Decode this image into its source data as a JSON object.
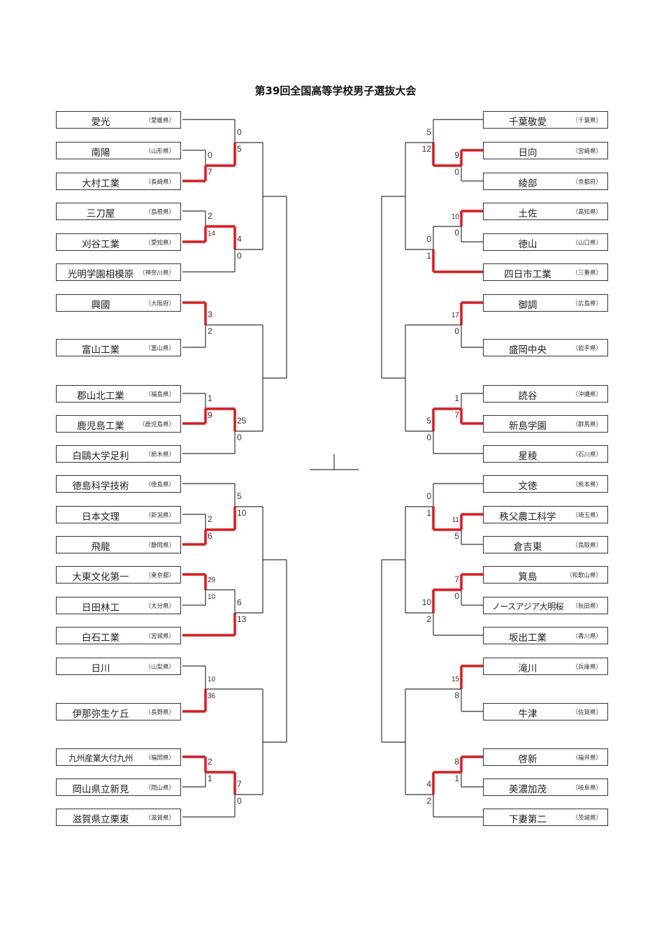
{
  "title": "第39回全国高等学校男子選抜大会",
  "colors": {
    "line": "#333333",
    "winner_line": "#e8141a"
  },
  "left": {
    "teams": [
      {
        "name": "愛光",
        "pref": "（愛媛県）"
      },
      {
        "name": "南陽",
        "pref": "（山形県）"
      },
      {
        "name": "大村工業",
        "pref": "（長崎県）"
      },
      {
        "name": "三刀屋",
        "pref": "（島根県）"
      },
      {
        "name": "刈谷工業",
        "pref": "（愛知県）"
      },
      {
        "name": "光明学園相模原",
        "pref": "（神奈川県）"
      },
      {
        "name": "興國",
        "pref": "（大阪府）"
      },
      {
        "name": "富山工業",
        "pref": "（富山県）"
      },
      {
        "name": "郡山北工業",
        "pref": "（福島県）"
      },
      {
        "name": "鹿児島工業",
        "pref": "（鹿児島県）"
      },
      {
        "name": "白鷗大学足利",
        "pref": "（栃木県）"
      },
      {
        "name": "徳島科学技術",
        "pref": "（徳島県）"
      },
      {
        "name": "日本文理",
        "pref": "（新潟県）"
      },
      {
        "name": "飛龍",
        "pref": "（静岡県）"
      },
      {
        "name": "大東文化第一",
        "pref": "（東京都）"
      },
      {
        "name": "日田林工",
        "pref": "（大分県）"
      },
      {
        "name": "白石工業",
        "pref": "（宮城県）"
      },
      {
        "name": "日川",
        "pref": "（山梨県）"
      },
      {
        "name": "伊那弥生ケ丘",
        "pref": "（長野県）"
      },
      {
        "name": "九州産業大付九州",
        "pref": "（福岡県）"
      },
      {
        "name": "岡山県立新見",
        "pref": "（岡山県）"
      },
      {
        "name": "滋賀県立栗東",
        "pref": "（滋賀県）"
      }
    ],
    "matches": [
      {
        "id": "L1",
        "a": 1,
        "b": 2,
        "score_a": "0",
        "score_b": "7",
        "winner": "b"
      },
      {
        "id": "L2",
        "a": 0,
        "b": "L1",
        "score_a": "0",
        "score_b": "5",
        "winner": "b"
      },
      {
        "id": "L3",
        "a": 3,
        "b": 4,
        "score_a": "2",
        "score_b": "14",
        "winner": "b"
      },
      {
        "id": "L4",
        "a": "L3",
        "b": 5,
        "score_a": "4",
        "score_b": "0",
        "winner": "a"
      },
      {
        "id": "L5",
        "a": "L2",
        "b": "L4",
        "score_a": "",
        "score_b": "",
        "winner": ""
      },
      {
        "id": "L6",
        "a": 6,
        "b": 7,
        "score_a": "3",
        "score_b": "2",
        "winner": "a"
      },
      {
        "id": "L7",
        "a": 8,
        "b": 9,
        "score_a": "1",
        "score_b": "9",
        "winner": "b"
      },
      {
        "id": "L8",
        "a": "L7",
        "b": 10,
        "score_a": "25",
        "score_b": "0",
        "winner": "a"
      },
      {
        "id": "L9",
        "a": "L6",
        "b": "L8",
        "score_a": "",
        "score_b": "",
        "winner": ""
      },
      {
        "id": "L10",
        "a": "L5",
        "b": "L9",
        "score_a": "",
        "score_b": "",
        "winner": ""
      },
      {
        "id": "L11",
        "a": 12,
        "b": 13,
        "score_a": "2",
        "score_b": "6",
        "winner": "b"
      },
      {
        "id": "L12",
        "a": 11,
        "b": "L11",
        "score_a": "5",
        "score_b": "10",
        "winner": "b"
      },
      {
        "id": "L13",
        "a": 14,
        "b": 15,
        "score_a": "29",
        "score_b": "10",
        "winner": "a"
      },
      {
        "id": "L14",
        "a": "L13",
        "b": 16,
        "score_a": "6",
        "score_b": "13",
        "winner": "b"
      },
      {
        "id": "L15",
        "a": "L12",
        "b": "L14",
        "score_a": "",
        "score_b": "",
        "winner": ""
      },
      {
        "id": "L16",
        "a": 17,
        "b": 18,
        "score_a": "10",
        "score_b": "36",
        "winner": "b"
      },
      {
        "id": "L17",
        "a": 19,
        "b": 20,
        "score_a": "2",
        "score_b": "1",
        "winner": "a"
      },
      {
        "id": "L18",
        "a": "L17",
        "b": 21,
        "score_a": "7",
        "score_b": "0",
        "winner": "a"
      },
      {
        "id": "L19",
        "a": "L16",
        "b": "L18",
        "score_a": "",
        "score_b": "",
        "winner": ""
      },
      {
        "id": "L20",
        "a": "L15",
        "b": "L19",
        "score_a": "",
        "score_b": "",
        "winner": ""
      }
    ]
  },
  "right": {
    "teams": [
      {
        "name": "千葉敬愛",
        "pref": "（千葉県）"
      },
      {
        "name": "日向",
        "pref": "（宮崎県）"
      },
      {
        "name": "綾部",
        "pref": "（京都府）"
      },
      {
        "name": "土佐",
        "pref": "（高知県）"
      },
      {
        "name": "徳山",
        "pref": "（山口県）"
      },
      {
        "name": "四日市工業",
        "pref": "（三重県）"
      },
      {
        "name": "御調",
        "pref": "（広島県）"
      },
      {
        "name": "盛岡中央",
        "pref": "（岩手県）"
      },
      {
        "name": "読谷",
        "pref": "（沖縄県）"
      },
      {
        "name": "新島学園",
        "pref": "（群馬県）"
      },
      {
        "name": "星稜",
        "pref": "（石川県）"
      },
      {
        "name": "文徳",
        "pref": "（熊本県）"
      },
      {
        "name": "秩父農工科学",
        "pref": "（埼玉県）"
      },
      {
        "name": "倉吉東",
        "pref": "（鳥取県）"
      },
      {
        "name": "箕島",
        "pref": "（和歌山県）"
      },
      {
        "name": "ノースアジア大明桜",
        "pref": "（秋田県）"
      },
      {
        "name": "坂出工業",
        "pref": "（香川県）"
      },
      {
        "name": "滝川",
        "pref": "（兵庫県）"
      },
      {
        "name": "牛津",
        "pref": "（佐賀県）"
      },
      {
        "name": "啓新",
        "pref": "（福井県）"
      },
      {
        "name": "美濃加茂",
        "pref": "（岐阜県）"
      },
      {
        "name": "下妻第二",
        "pref": "（茨城県）"
      }
    ],
    "matches": [
      {
        "id": "R1",
        "a": 1,
        "b": 2,
        "score_a": "9",
        "score_b": "0",
        "winner": "a"
      },
      {
        "id": "R2",
        "a": 0,
        "b": "R1",
        "score_a": "5",
        "score_b": "12",
        "winner": "b"
      },
      {
        "id": "R3",
        "a": 3,
        "b": 4,
        "score_a": "10",
        "score_b": "0",
        "winner": "a"
      },
      {
        "id": "R4",
        "a": "R3",
        "b": 5,
        "score_a": "0",
        "score_b": "1",
        "winner": "b"
      },
      {
        "id": "R5",
        "a": "R2",
        "b": "R4",
        "score_a": "",
        "score_b": "",
        "winner": ""
      },
      {
        "id": "R6",
        "a": 6,
        "b": 7,
        "score_a": "17",
        "score_b": "0",
        "winner": "a"
      },
      {
        "id": "R7",
        "a": 8,
        "b": 9,
        "score_a": "1",
        "score_b": "7",
        "winner": "b"
      },
      {
        "id": "R8",
        "a": "R7",
        "b": 10,
        "score_a": "5",
        "score_b": "0",
        "winner": "a"
      },
      {
        "id": "R9",
        "a": "R6",
        "b": "R8",
        "score_a": "",
        "score_b": "",
        "winner": ""
      },
      {
        "id": "R10",
        "a": "R5",
        "b": "R9",
        "score_a": "",
        "score_b": "",
        "winner": ""
      },
      {
        "id": "R11",
        "a": 12,
        "b": 13,
        "score_a": "11",
        "score_b": "5",
        "winner": "a"
      },
      {
        "id": "R12",
        "a": 11,
        "b": "R11",
        "score_a": "0",
        "score_b": "1",
        "winner": "b"
      },
      {
        "id": "R13",
        "a": 14,
        "b": 15,
        "score_a": "7",
        "score_b": "0",
        "winner": "a"
      },
      {
        "id": "R14",
        "a": "R13",
        "b": 16,
        "score_a": "10",
        "score_b": "2",
        "winner": "a"
      },
      {
        "id": "R15",
        "a": "R12",
        "b": "R14",
        "score_a": "",
        "score_b": "",
        "winner": ""
      },
      {
        "id": "R16",
        "a": 17,
        "b": 18,
        "score_a": "15",
        "score_b": "8",
        "winner": "a"
      },
      {
        "id": "R17",
        "a": 19,
        "b": 20,
        "score_a": "8",
        "score_b": "1",
        "winner": "a"
      },
      {
        "id": "R18",
        "a": "R17",
        "b": 21,
        "score_a": "4",
        "score_b": "2",
        "winner": "a"
      },
      {
        "id": "R19",
        "a": "R16",
        "b": "R18",
        "score_a": "",
        "score_b": "",
        "winner": ""
      },
      {
        "id": "R20",
        "a": "R15",
        "b": "R19",
        "score_a": "",
        "score_b": "",
        "winner": ""
      }
    ]
  },
  "final": {
    "a": "L20",
    "b": "R20",
    "score_a": "",
    "score_b": "",
    "winner": ""
  }
}
